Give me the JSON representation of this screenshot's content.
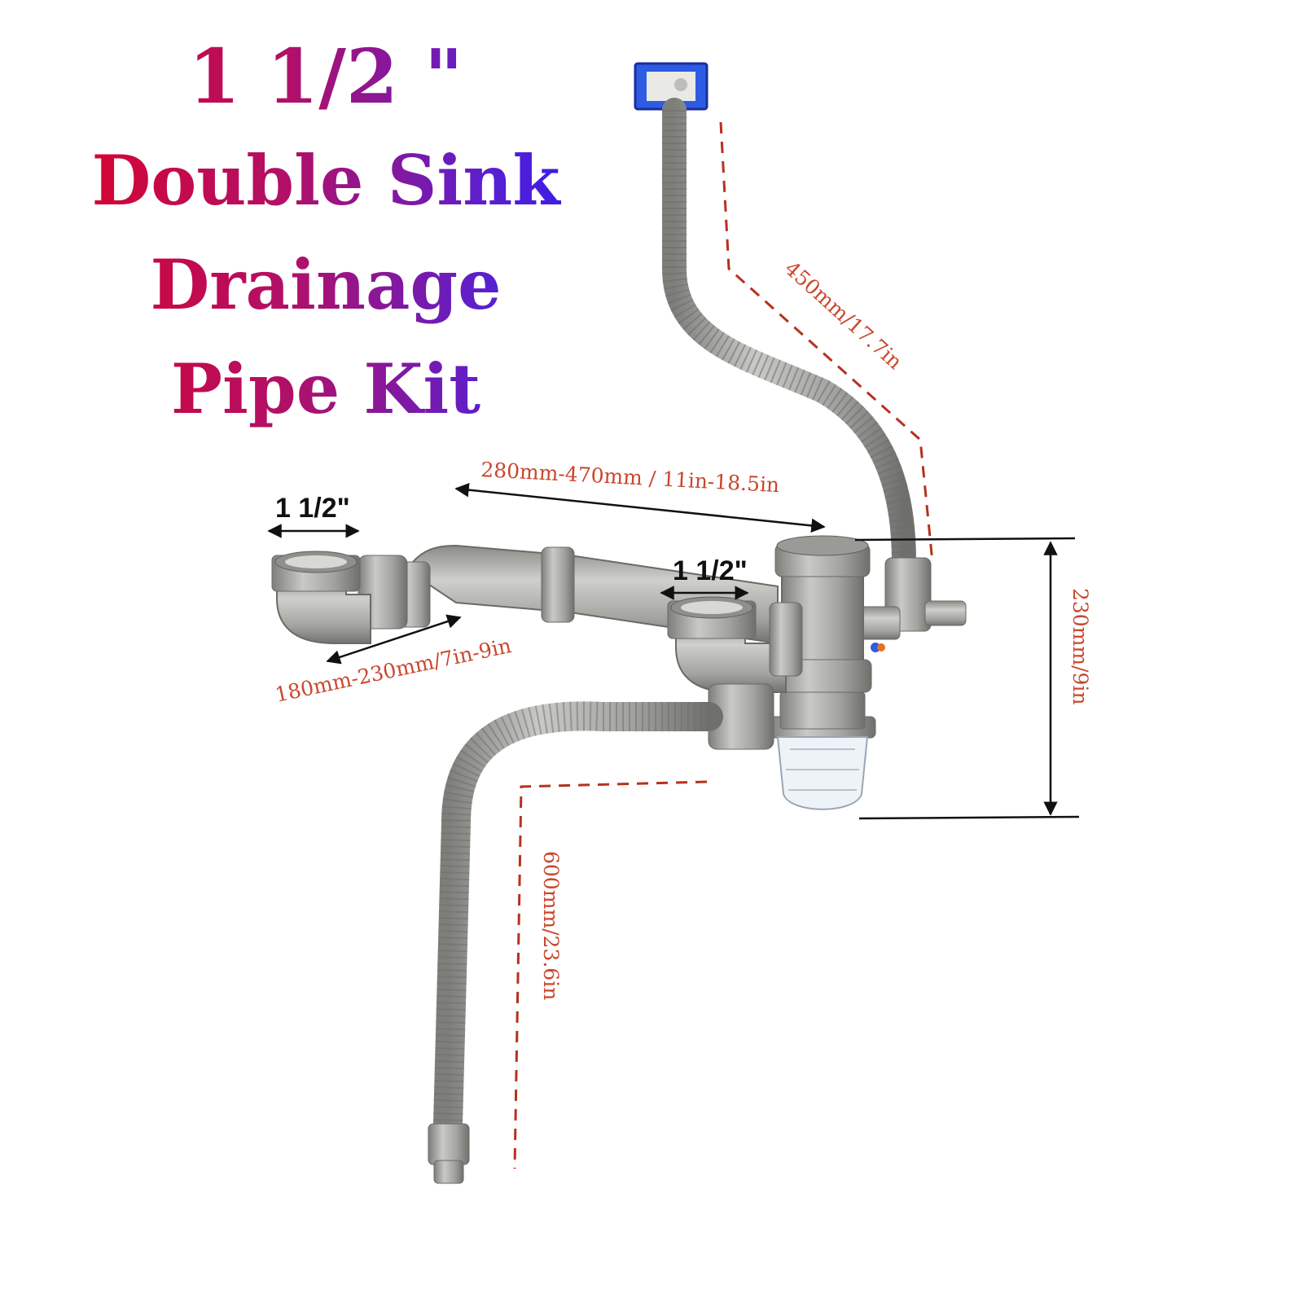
{
  "title": {
    "line1": "1 1/2 \"",
    "line2": "Double Sink",
    "line3": "Drainage",
    "line4": "Pipe Kit"
  },
  "dimensions": {
    "overflow_hose": "450mm/17.7in",
    "pipe_span": "280mm-470mm / 11in-18.5in",
    "left_inlet": "1 1/2\"",
    "right_inlet": "1 1/2\"",
    "left_arm": "180mm-230mm/7in-9in",
    "trap_height": "230mm/9in",
    "drain_hose": "600mm/23.6in"
  },
  "colors": {
    "dimension_red": "#c9472d",
    "pipe_gray": "#a9a9a6",
    "overflow_blue": "#2d5be3"
  }
}
